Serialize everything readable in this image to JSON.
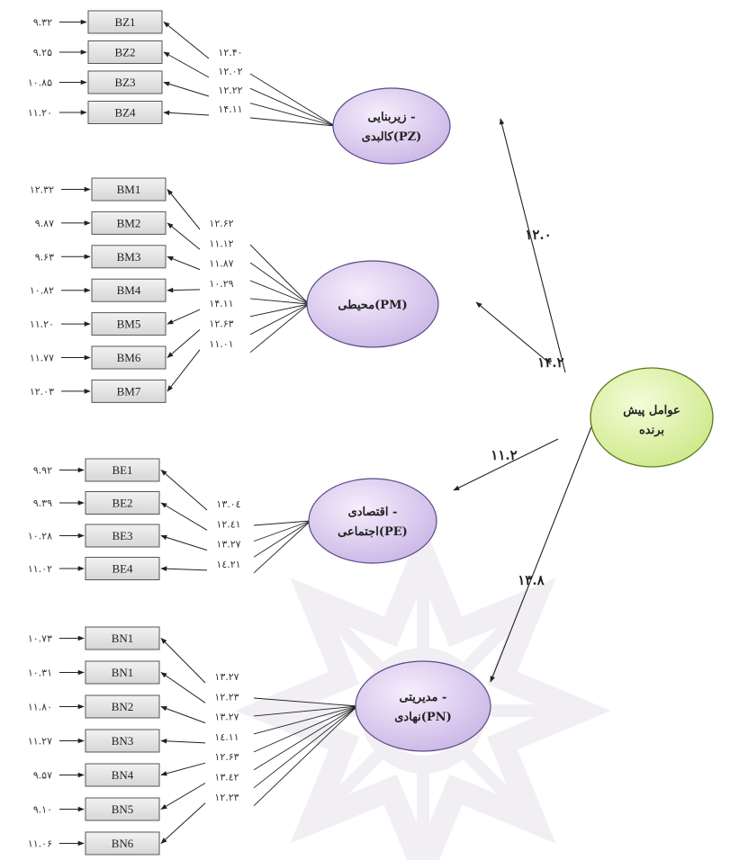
{
  "colors": {
    "factor_fill": "#d9c9ee",
    "factor_stroke": "#5b4a86",
    "main_fill": "#dff2a6",
    "main_stroke": "#5c7a1e",
    "box_fill": "#e3e3e3",
    "box_stroke": "#555555",
    "watermark": "#e7e2ea"
  },
  "watermark": {
    "icon": "mosaic-star-icon"
  },
  "main_factor": {
    "line1": "عوامل پیش",
    "line2": "برنده"
  },
  "factors": [
    {
      "key": "PZ",
      "line1": "زیربنایی -",
      "line2": "کالبدی(PZ)",
      "path_value": "۱۲.۰",
      "items": [
        {
          "label": "BZ1",
          "error": "۹.۳۲",
          "loading": "۱۲.۴۰"
        },
        {
          "label": "BZ2",
          "error": "۹.۲۵",
          "loading": "۱۲.۰۲"
        },
        {
          "label": "BZ3",
          "error": "۱۰.۸۵",
          "loading": "۱۲.۲۲"
        },
        {
          "label": "BZ4",
          "error": "۱۱.۲۰",
          "loading": "۱۴.۱۱"
        }
      ]
    },
    {
      "key": "PM",
      "line1": "محیطی(PM)",
      "line2": "",
      "path_value": "۱۴.۲",
      "items": [
        {
          "label": "BM1",
          "error": "۱۲.۳۲",
          "loading": "۱۲.۶۲"
        },
        {
          "label": "BM2",
          "error": "۹.۸۷",
          "loading": "۱۱.۱۲"
        },
        {
          "label": "BM3",
          "error": "۹.۶۳",
          "loading": "۱۱.۸۷"
        },
        {
          "label": "BM4",
          "error": "۱۰.۸۲",
          "loading": "۱۰.۲۹"
        },
        {
          "label": "BM5",
          "error": "۱۱.۲۰",
          "loading": "۱۴.۱۱"
        },
        {
          "label": "BM6",
          "error": "۱۱.۷۷",
          "loading": "۱۲.۶۳"
        },
        {
          "label": "BM7",
          "error": "۱۲.۰۳",
          "loading": "۱۱.۰۱"
        }
      ]
    },
    {
      "key": "PE",
      "line1": "اقتصادی -",
      "line2": "اجتماعی(PE)",
      "path_value": "۱۱.۲",
      "items": [
        {
          "label": "BE1",
          "error": "۹.۹۲",
          "loading": "۱۳.۰٤"
        },
        {
          "label": "BE2",
          "error": "۹.۳۹",
          "loading": "۱۲.٤۱"
        },
        {
          "label": "BE3",
          "error": "۱۰.۲۸",
          "loading": "۱۳.۲۷"
        },
        {
          "label": "BE4",
          "error": "۱۱.۰۲",
          "loading": "۱٤.۲۱"
        }
      ]
    },
    {
      "key": "PN",
      "line1": "مدیریتی -",
      "line2": "نهادی(PN)",
      "path_value": "۱۳.۸",
      "items": [
        {
          "label": "BN1",
          "error": "۱۰.۷۳",
          "loading": "۱۳.۲۷"
        },
        {
          "label": "BN1",
          "error": "۱۰.۳۱",
          "loading": "۱۲.۲۳"
        },
        {
          "label": "BN2",
          "error": "۱۱.۸۰",
          "loading": "۱۳.۲۷"
        },
        {
          "label": "BN3",
          "error": "۱۱.۲۷",
          "loading": "۱٤.۱۱"
        },
        {
          "label": "BN4",
          "error": "۹.۵۷",
          "loading": "۱۲.۶۳"
        },
        {
          "label": "BN5",
          "error": "۹.۱۰",
          "loading": "۱۳.٤۲"
        },
        {
          "label": "BN6",
          "error": "۱۱.۰۶",
          "loading": "۱۲.۲۳"
        }
      ]
    }
  ]
}
